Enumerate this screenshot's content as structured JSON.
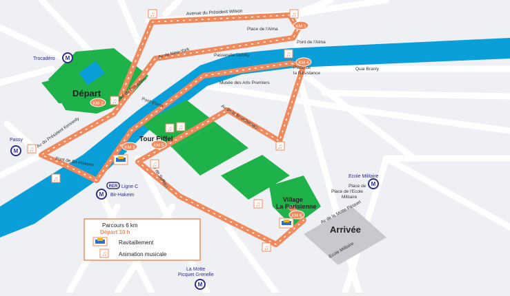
{
  "colors": {
    "water": "#0a9fd9",
    "park": "#1fb24a",
    "route": "#f08a5d",
    "route_arrow": "#ffffff",
    "road": "#ffffff",
    "block": "#e7e9ee",
    "metro": "#2c2c8c",
    "finish_area": "#c8c9cf"
  },
  "labels": {
    "avenue_wilson": "Avenue du Président Wilson",
    "place_alma": "Place de l'Alma",
    "pont_alma": "Pont de l'Alma",
    "quai_branly": "Quai Branly",
    "av_new_york": "Av de New-York",
    "passerelle_debilly": "Passerelle Debilly",
    "place_resistance": "Place de\nla Résistance",
    "musee": "Musée des Arts Premiers",
    "av_bourdonnais": "Av de la Bourdonnais",
    "pont_iena": "Pont d'Iena",
    "trocadero": "Trocadéro",
    "depart": "Départ",
    "passy": "Passy",
    "av_kennedy": "Av du Président Kennedy",
    "pont_bir_hakeim": "Pont de Bir-Hakeim",
    "tour_eiffel": "Tour Eiffel",
    "av_suffren": "Av de Suffren",
    "rer_ligne_c": "Ligne C",
    "bir_hakeim": "Bir-Hakeim",
    "ecole_militaire_station": "Ecole Militaire",
    "place_ecole_militaire": "Place de l'Ecole Militaire",
    "village": "Village\nLa Parisienne",
    "arrivee": "Arrivée",
    "av_motte_picquet": "Av de la Motte Picquet",
    "ecole_militaire": "Ecole Militaire",
    "la_motte_picquet": "La Motte\nPicquet Grenelle",
    "quai_trocadero": "Quai du Trocadéro"
  },
  "km_markers": [
    "KM 1",
    "KM 2",
    "KM 3",
    "KM 4",
    "KM 5",
    "KM 6"
  ],
  "metro_symbol": "M",
  "rer_symbol": "RER",
  "legend": {
    "parcours": "Parcours 6 km",
    "depart_time": "Départ 10 h",
    "ravitaillement": "Ravitaillement",
    "animation": "Animation musicale"
  },
  "icons": {
    "refreshment": "refreshment-icon",
    "music": "music-note-icon",
    "metro": "metro-icon"
  }
}
